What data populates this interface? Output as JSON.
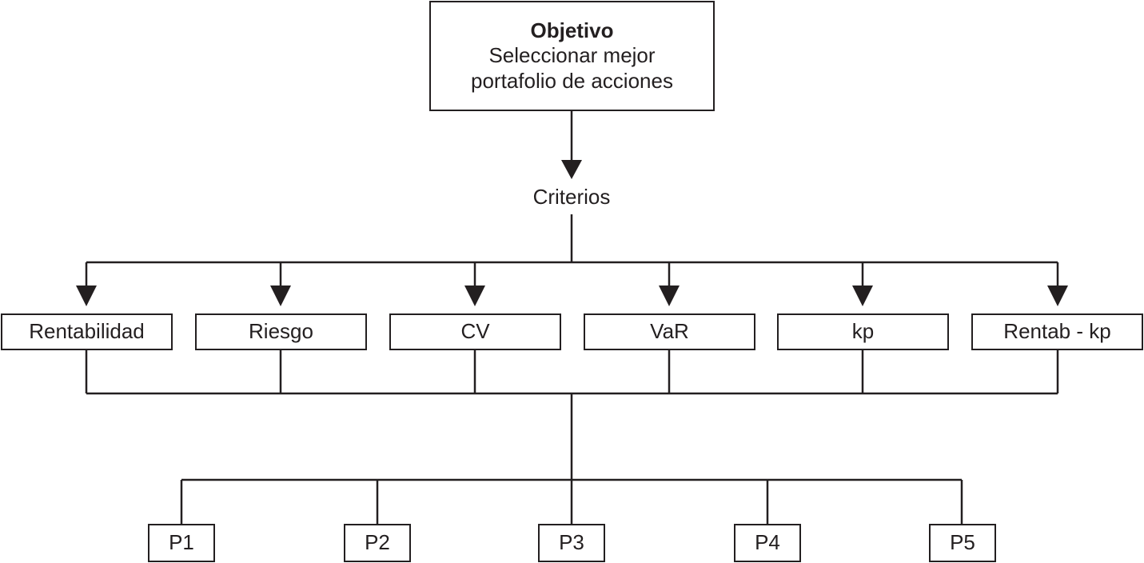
{
  "goal": {
    "title": "Objetivo",
    "line1": "Seleccionar mejor",
    "line2": "portafolio de acciones"
  },
  "criteria_heading": "Criterios",
  "criteria": [
    "Rentabilidad",
    "Riesgo",
    "CV",
    "VaR",
    "kp",
    "Rentab - kp"
  ],
  "alternatives": [
    "P1",
    "P2",
    "P3",
    "P4",
    "P5"
  ]
}
